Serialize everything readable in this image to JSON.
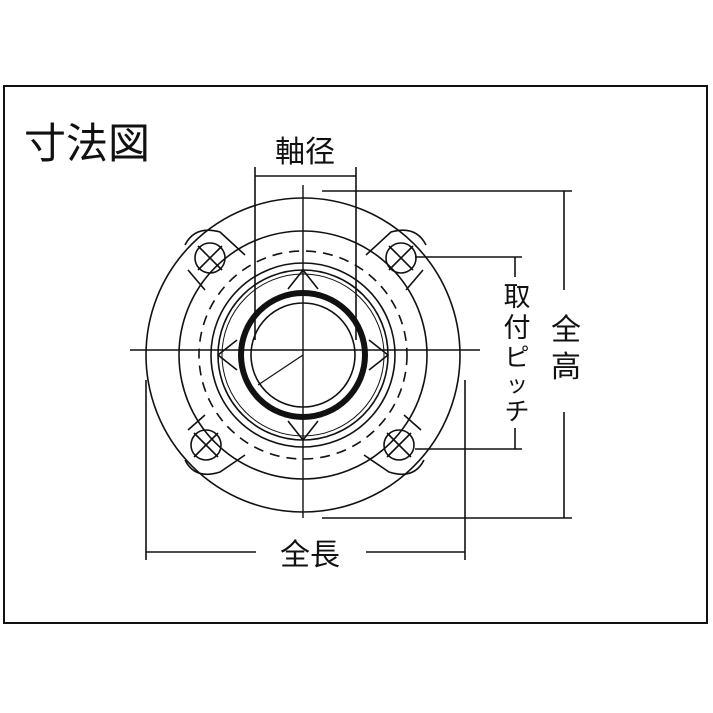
{
  "title": "寸法図",
  "labels": {
    "shaft_diameter": "軸径",
    "mounting_pitch": [
      "取",
      "付",
      "ピ",
      "ッ",
      "チ"
    ],
    "overall_height": [
      "全",
      "高"
    ],
    "overall_length": "全長"
  },
  "colors": {
    "line": "#111111",
    "background": "#ffffff"
  }
}
